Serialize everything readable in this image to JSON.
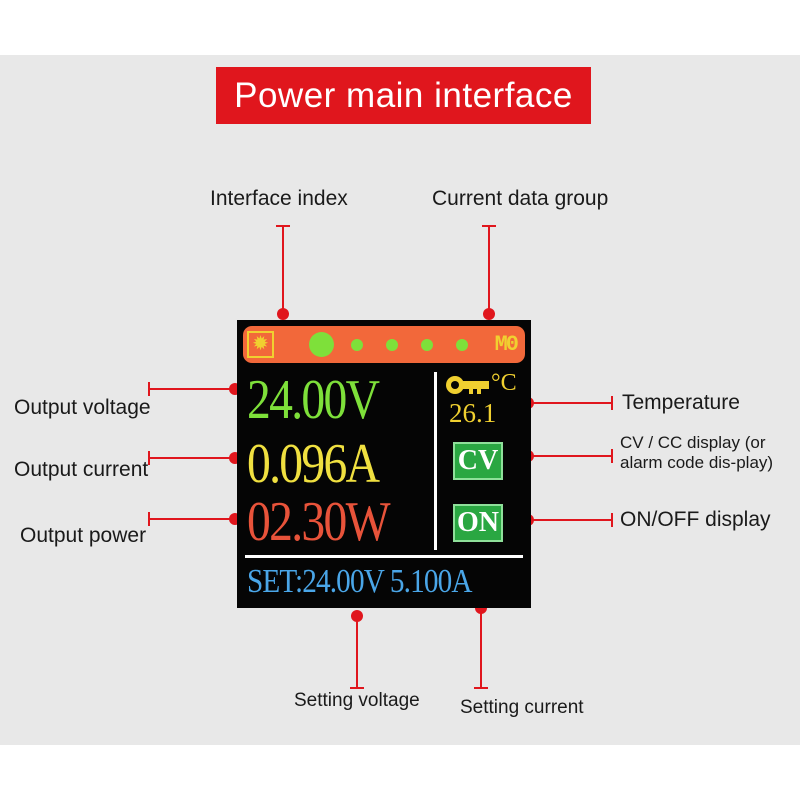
{
  "title": "Power main interface",
  "labels": {
    "interface_index": "Interface index",
    "current_data_group": "Current data group",
    "output_voltage": "Output voltage",
    "output_current": "Output current",
    "output_power": "Output power",
    "temperature": "Temperature",
    "cv_cc_display": "CV / CC display (or alarm code dis-play)",
    "on_off_display": "ON/OFF display",
    "setting_voltage": "Setting voltage",
    "setting_current": "Setting current"
  },
  "screen": {
    "interface_icon": "sun-icon",
    "data_group": "M0",
    "voltage": "24.00V",
    "current": "0.096A",
    "power": "02.30W",
    "temperature_unit": "°C",
    "temperature_value": "26.1",
    "mode": "CV",
    "output_state": "ON",
    "set_prefix": "SET:",
    "set_voltage": "24.00V",
    "set_current": "5.100A"
  },
  "colors": {
    "accent": "#e0161d",
    "voltage": "#7ee03a",
    "current": "#f0e040",
    "power": "#e8533a",
    "setting": "#4aa6e8",
    "topbar": "#f2683a",
    "badge": "#2aa742"
  }
}
